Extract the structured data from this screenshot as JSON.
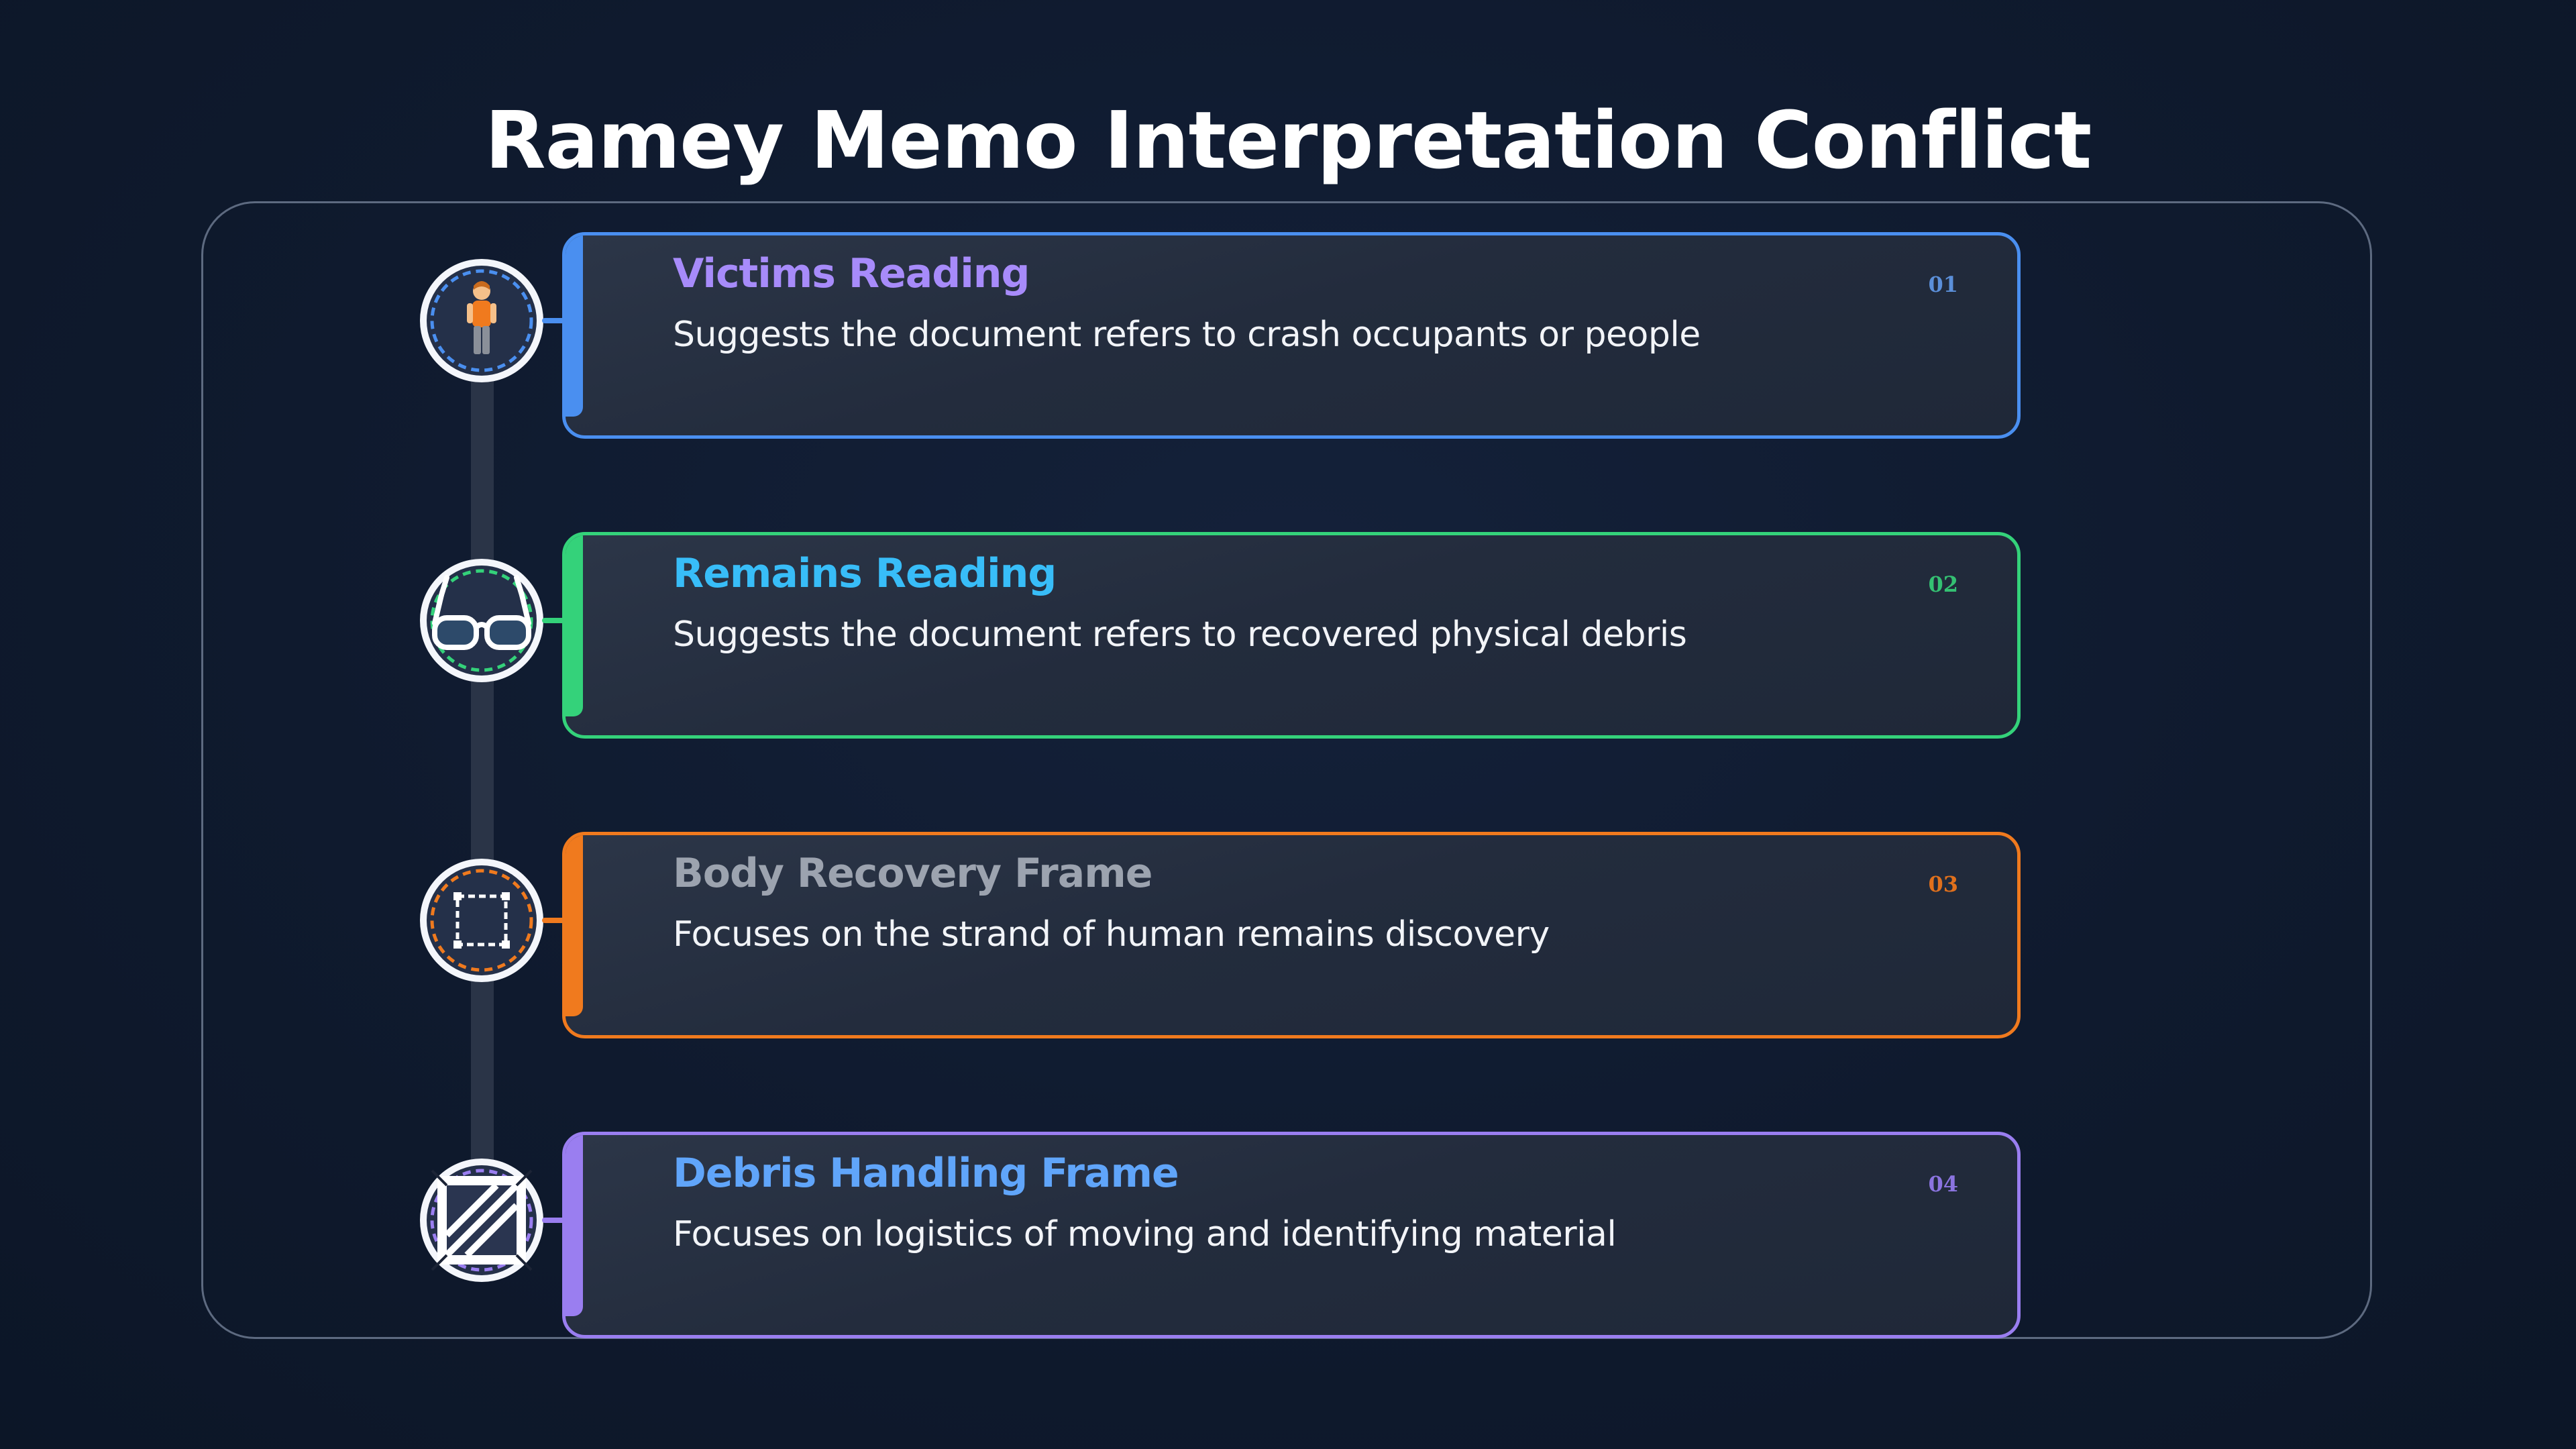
{
  "title": "Ramey Memo Interpretation Conflict",
  "items": [
    {
      "number": "01",
      "title": "Victims Reading",
      "description": "Suggests the document refers to crash occupants or people",
      "icon": "person-icon",
      "title_color": "#a78bfa",
      "border_color": "#4a8ff0",
      "number_color": "#5b8fd9"
    },
    {
      "number": "02",
      "title": "Remains Reading",
      "description": "Suggests the document refers to recovered physical debris",
      "icon": "glasses-icon",
      "title_color": "#38bdf8",
      "border_color": "#34d27a",
      "number_color": "#34c072"
    },
    {
      "number": "03",
      "title": "Body Recovery Frame",
      "description": "Focuses on the strand of human remains discovery",
      "icon": "selection-frame-icon",
      "title_color": "#9ca3af",
      "border_color": "#f07a1e",
      "number_color": "#e0701c"
    },
    {
      "number": "04",
      "title": "Debris Handling Frame",
      "description": "Focuses on logistics of moving and identifying material",
      "icon": "crate-icon",
      "title_color": "#60a5fa",
      "border_color": "#9a7ef0",
      "number_color": "#8b74e0"
    }
  ]
}
